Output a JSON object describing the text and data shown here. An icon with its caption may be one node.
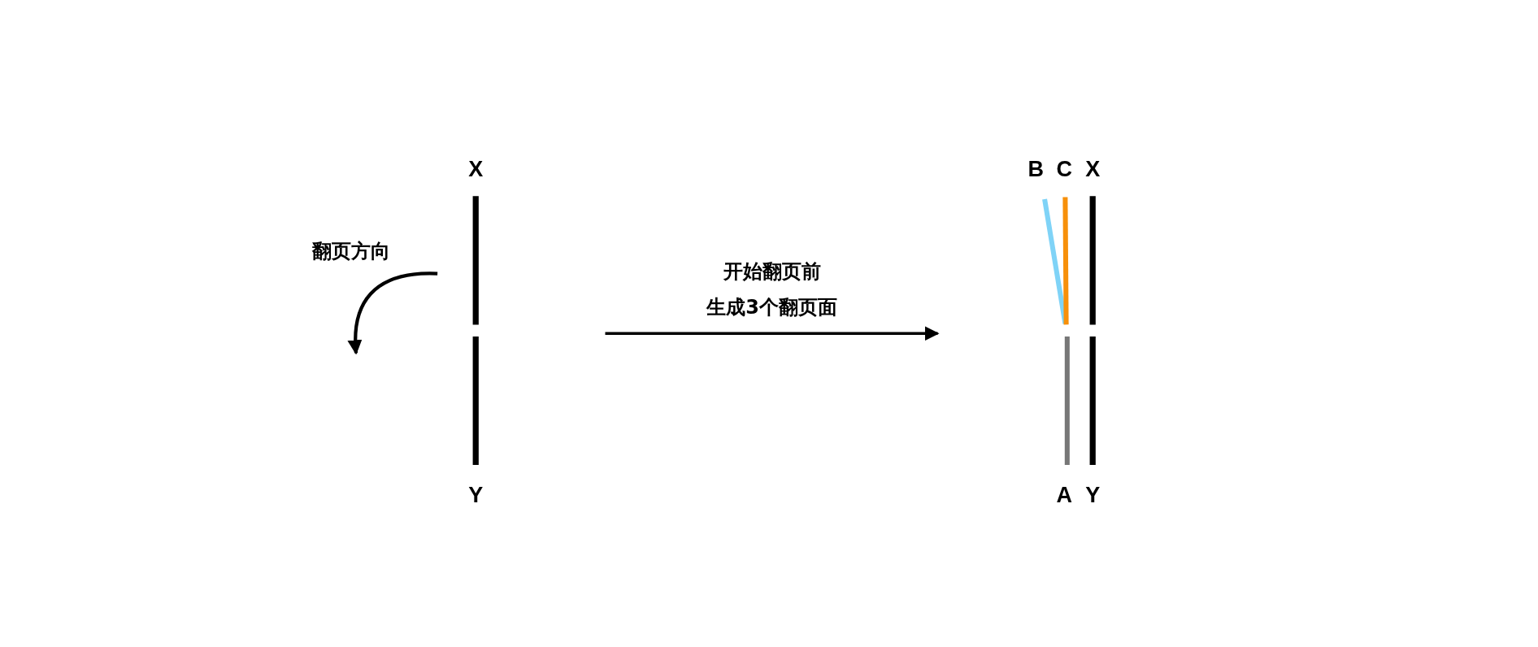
{
  "diagram": {
    "labels": [
      "X",
      "B",
      "C",
      "X",
      "翻页方向",
      "开始翻页前",
      "生成3个翻页面",
      "Y",
      "A",
      "Y"
    ]
  }
}
